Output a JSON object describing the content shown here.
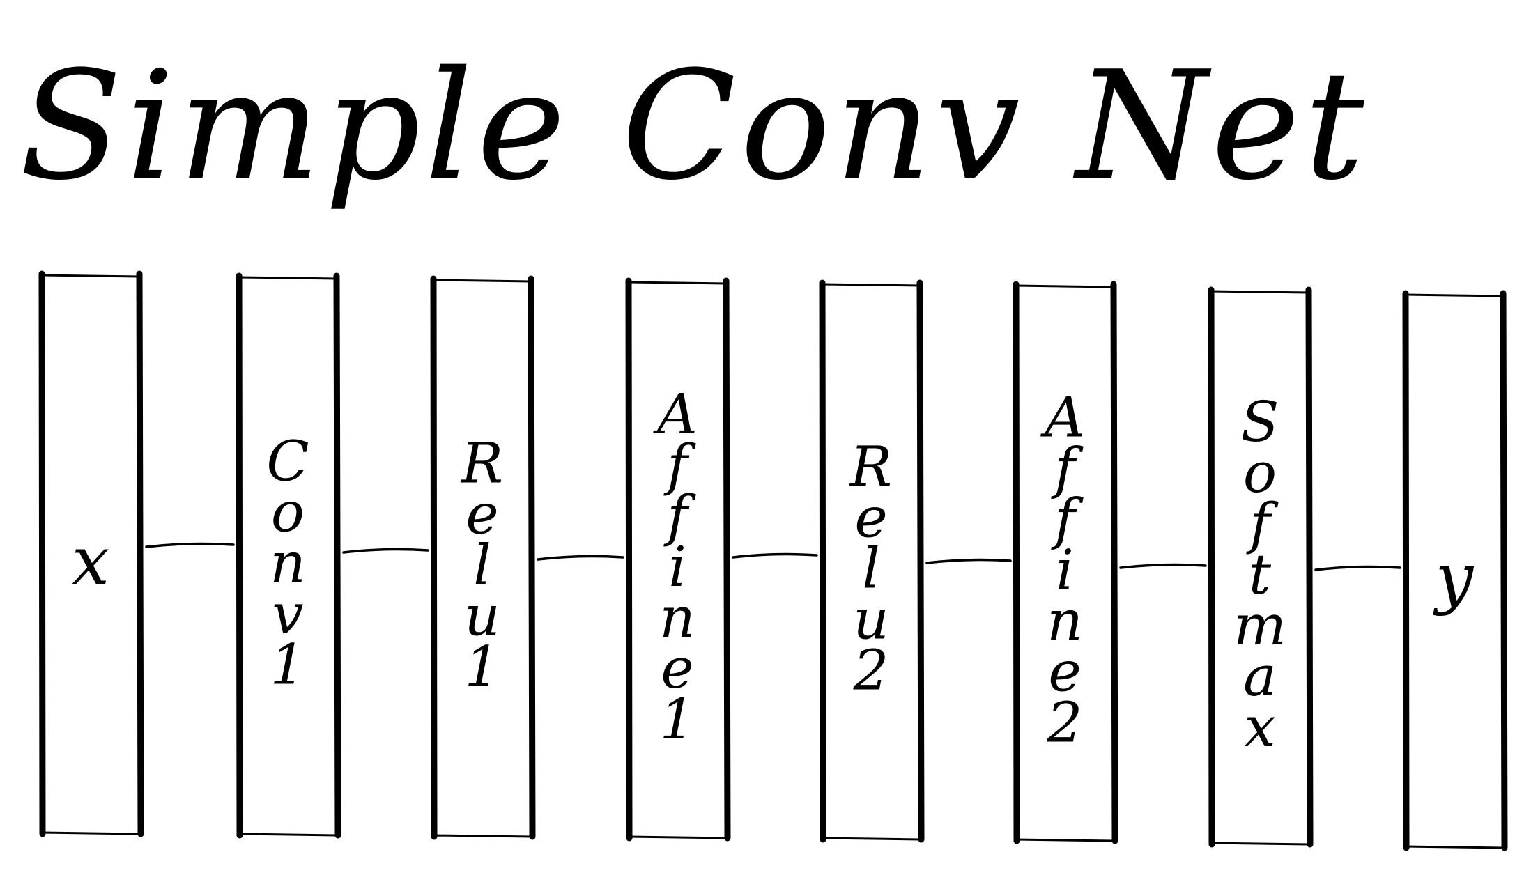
{
  "title": "Simple Conv Net",
  "layers": [
    {
      "label": "x",
      "letters": [
        "x"
      ]
    },
    {
      "label": "Conv1",
      "letters": [
        "C",
        "o",
        "n",
        "v",
        "1"
      ]
    },
    {
      "label": "Relu1",
      "letters": [
        "R",
        "e",
        "l",
        "u",
        "1"
      ]
    },
    {
      "label": "Affine1",
      "letters": [
        "A",
        "f",
        "f",
        "i",
        "n",
        "e",
        "1"
      ]
    },
    {
      "label": "Relu2",
      "letters": [
        "R",
        "e",
        "l",
        "u",
        "2"
      ]
    },
    {
      "label": "Affine2",
      "letters": [
        "A",
        "f",
        "f",
        "i",
        "n",
        "e",
        "2"
      ]
    },
    {
      "label": "Softmax",
      "letters": [
        "S",
        "o",
        "f",
        "t",
        "m",
        "a",
        "x"
      ]
    },
    {
      "label": "y",
      "letters": [
        "y"
      ]
    }
  ],
  "colors": {
    "ink": "#000000",
    "background": "#ffffff"
  }
}
